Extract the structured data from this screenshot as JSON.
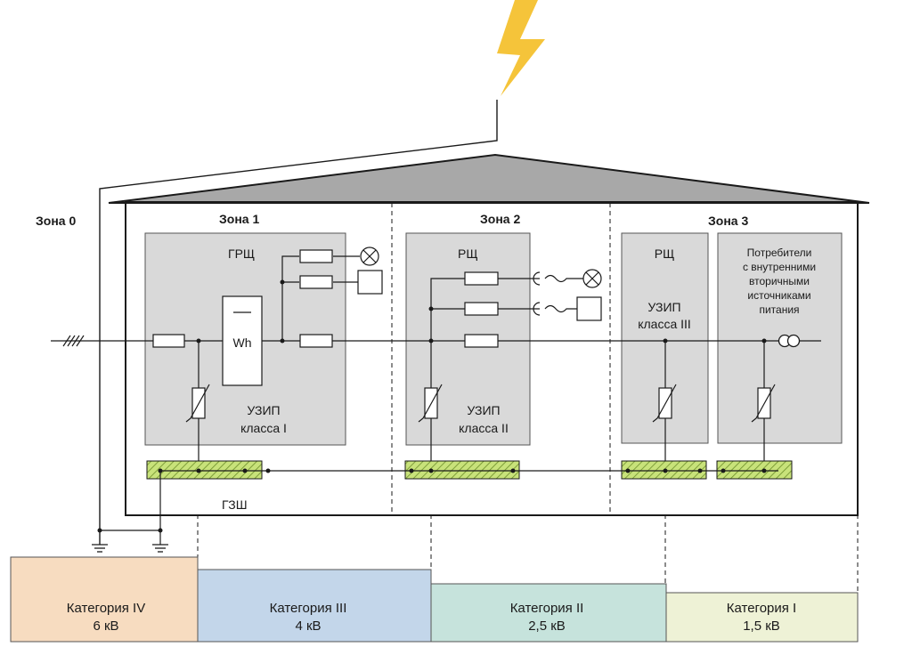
{
  "zones": {
    "zone0": "Зона 0",
    "zone1": "Зона 1",
    "zone2": "Зона 2",
    "zone3": "Зона 3"
  },
  "panels": {
    "main": "ГРЩ",
    "meter": "Wh",
    "spd1": [
      "УЗИП",
      "класса I"
    ],
    "dist2": "РЩ",
    "spd2": [
      "УЗИП",
      "класса II"
    ],
    "dist3": "РЩ",
    "spd3": [
      "УЗИП",
      "класса III"
    ],
    "consumers": [
      "Потребители",
      "с внутренними",
      "вторичными",
      "источниками",
      "питания"
    ]
  },
  "busbar_label": "ГЗШ",
  "categories": [
    {
      "name": "Категория IV",
      "voltage": "6 кВ",
      "color": "#f7dcc0"
    },
    {
      "name": "Категория III",
      "voltage": "4 кВ",
      "color": "#c3d6ea"
    },
    {
      "name": "Категория II",
      "voltage": "2,5 кВ",
      "color": "#c6e3dc"
    },
    {
      "name": "Категория I",
      "voltage": "1,5 кВ",
      "color": "#eef2d6"
    }
  ],
  "colors": {
    "lightning": "#f5c43a",
    "panel_fill": "#d9d9d9",
    "busbar_fill": "#c8e27a",
    "roof_fill": "#a8a8a8",
    "line": "#1a1a1a"
  }
}
